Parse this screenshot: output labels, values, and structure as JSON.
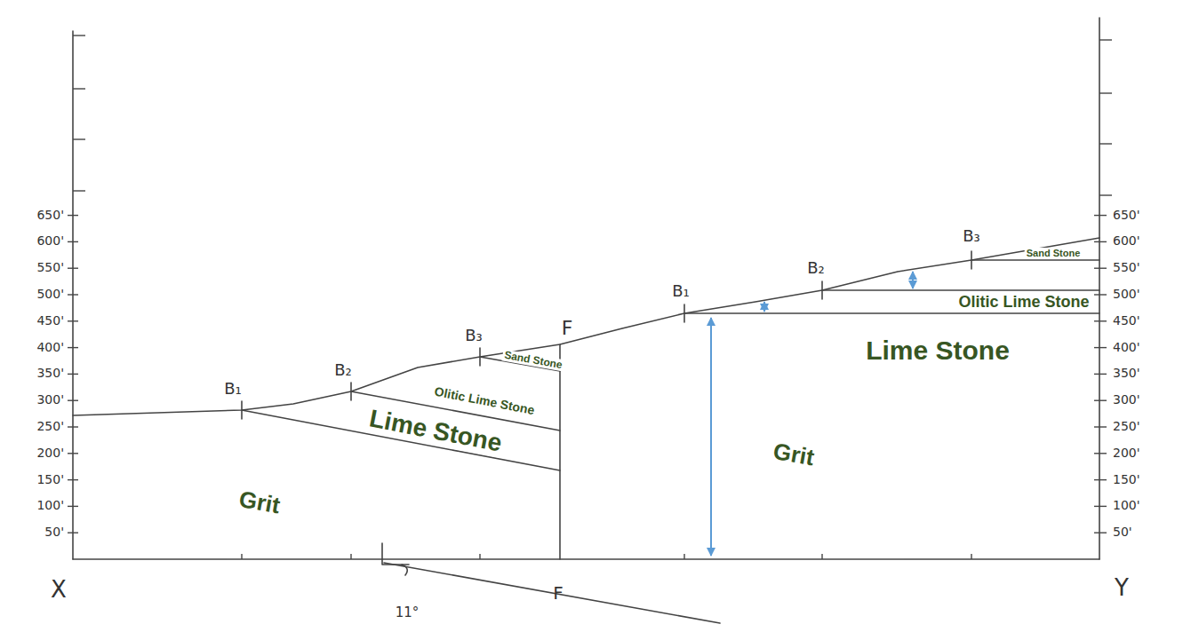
{
  "diagram": {
    "labels": [
      "650'",
      "600'",
      "550'",
      "500'",
      "450'",
      "400'",
      "350'",
      "300'",
      "250'",
      "200'",
      "150'",
      "100'",
      "50'",
      "650'",
      "600'",
      "550'",
      "500'",
      "450'",
      "400'",
      "350'",
      "300'",
      "250'",
      "200'",
      "150'",
      "100'",
      "50'",
      "X",
      "Y",
      "F",
      "F",
      "11°",
      "B₁",
      "B₂",
      "B₃",
      "B₁",
      "B₂",
      "B₃",
      "Sand Stone",
      "Olitic Lime Stone",
      "Lime Stone",
      "Grit",
      "Sand Stone",
      "Olitic Lime Stone",
      "Lime Stone",
      "Grit"
    ]
  }
}
